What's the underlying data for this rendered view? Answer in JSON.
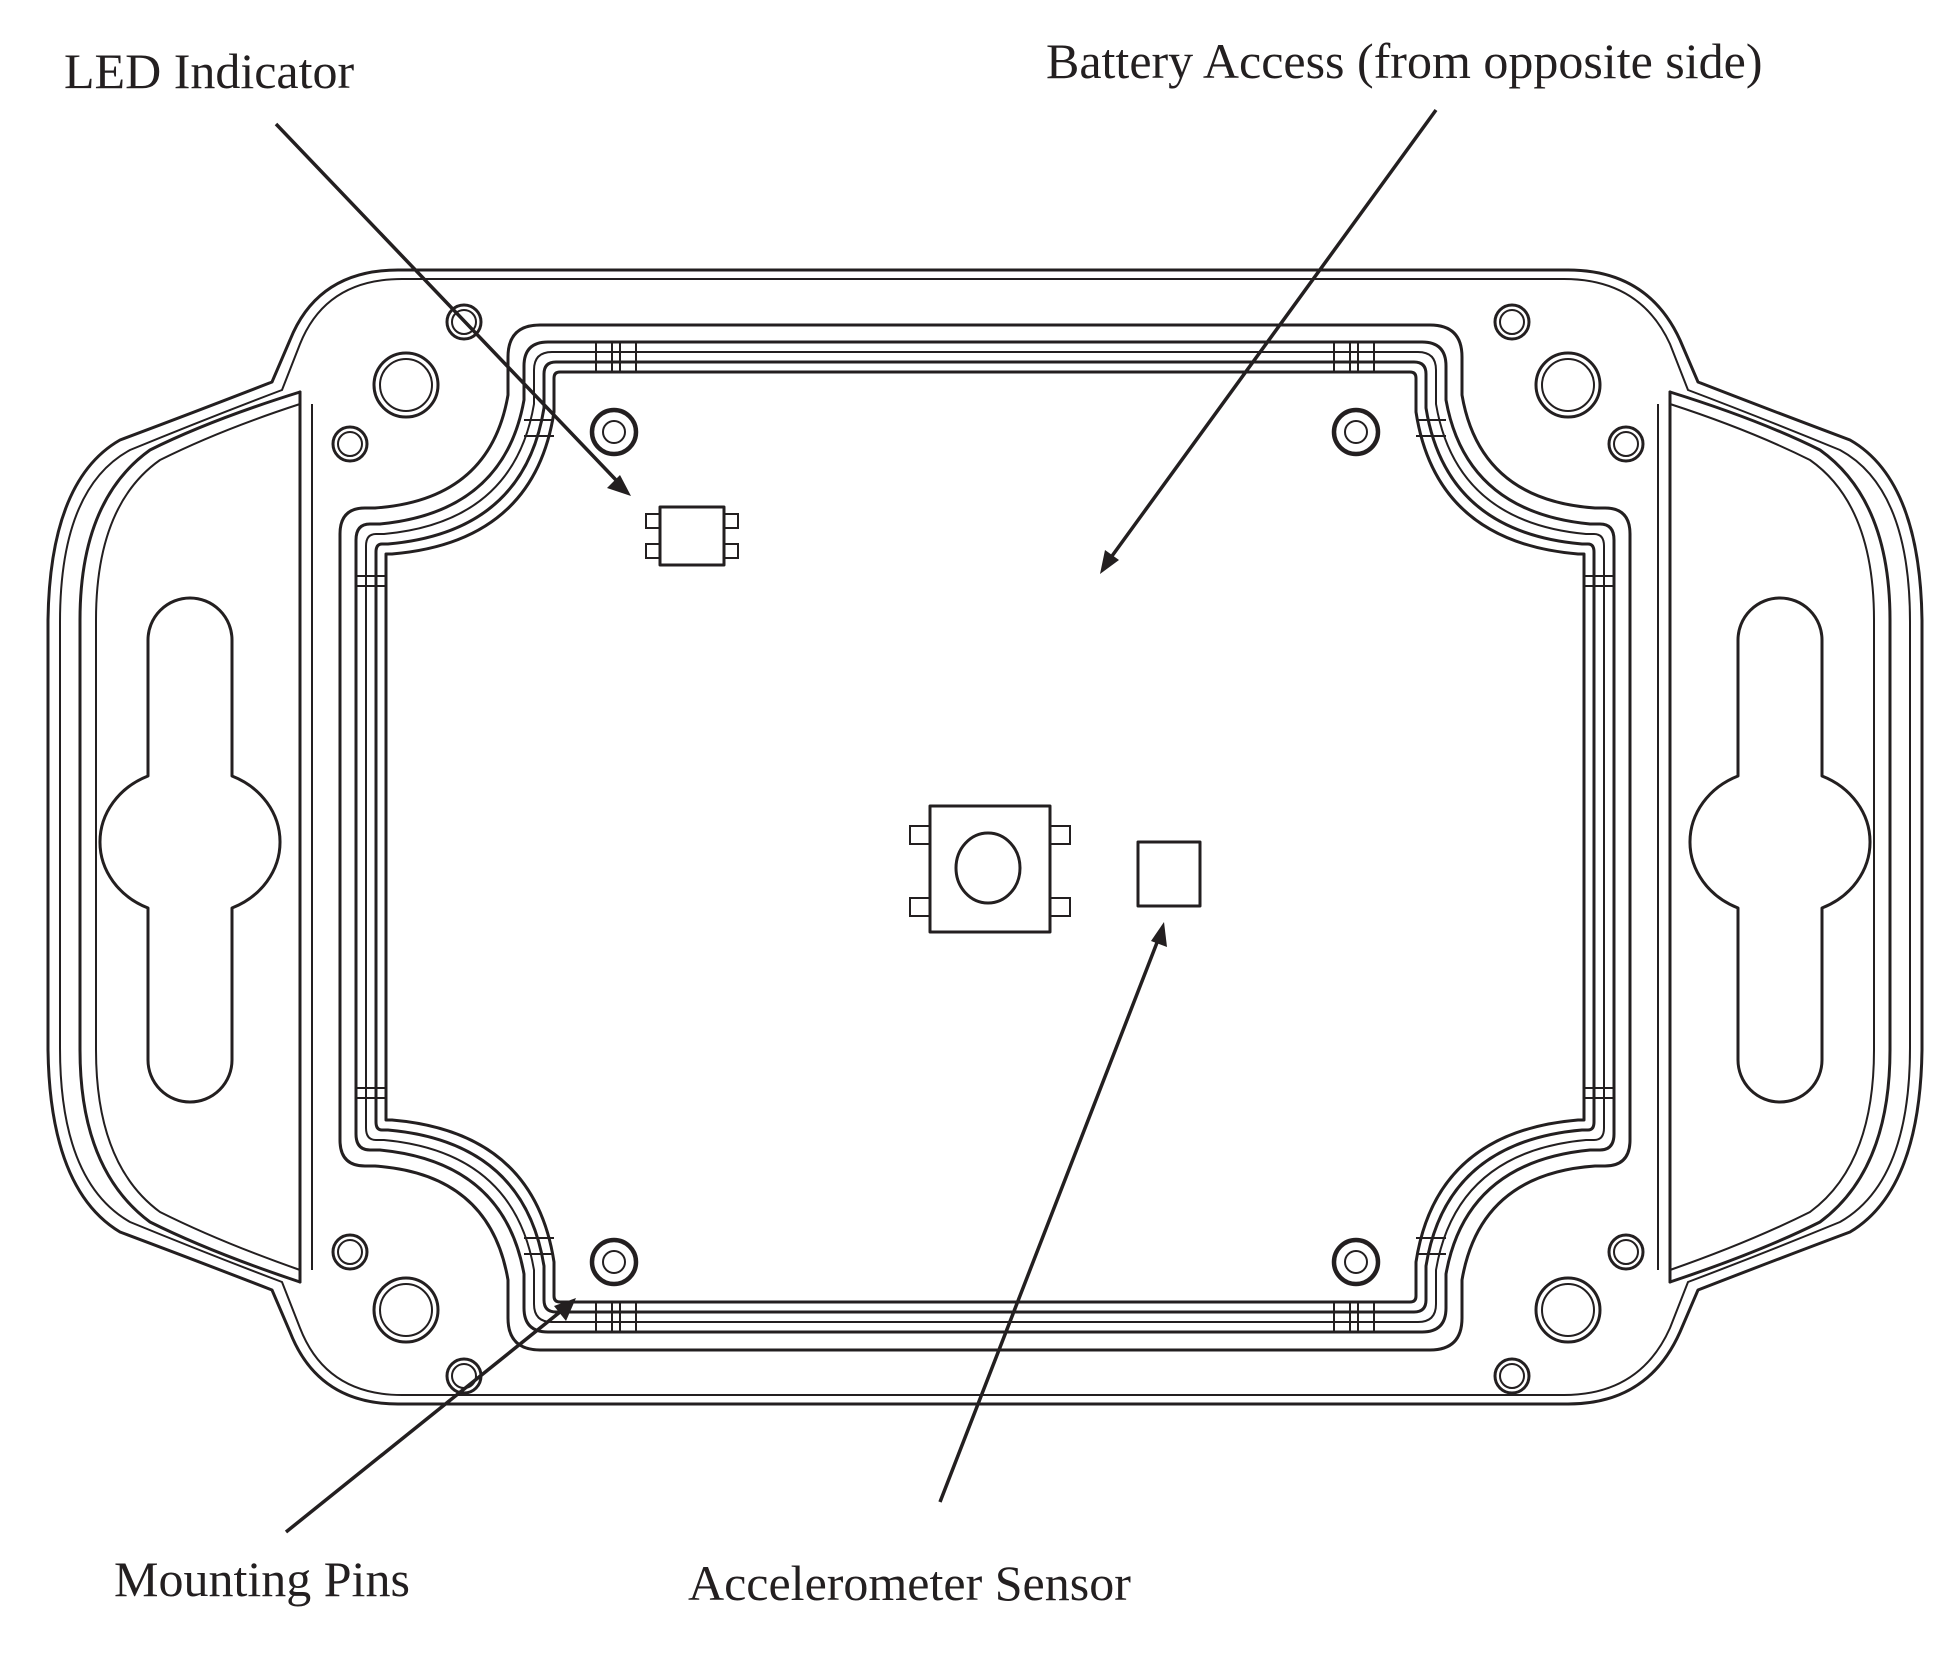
{
  "diagram": {
    "labels": {
      "led_indicator": "LED Indicator",
      "battery_access": "Battery Access (from opposite side)",
      "mounting_pins": "Mounting Pins",
      "accelerometer_sensor": "Accelerometer Sensor"
    },
    "line_color": "#231f20",
    "background_color": "#ffffff"
  }
}
